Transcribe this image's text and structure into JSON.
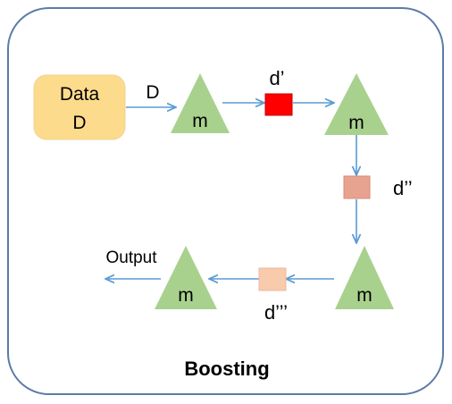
{
  "diagram": {
    "data_box": {
      "line1": "Data",
      "line2": "D"
    },
    "input_label": "D",
    "models": [
      "m",
      "m",
      "m",
      "m"
    ],
    "weight_labels": [
      "d’",
      "d’’",
      "d’’’"
    ],
    "output_label": "Output",
    "caption": "Boosting"
  },
  "colors": {
    "frame_border": "#5B7BA6",
    "data_box_fill": "#FCDB8C",
    "model_fill": "#A9D18E",
    "arrow": "#5B9BD5",
    "weight_1": "#FF0000",
    "weight_2": "#E8A390",
    "weight_3": "#F8CBAD"
  }
}
